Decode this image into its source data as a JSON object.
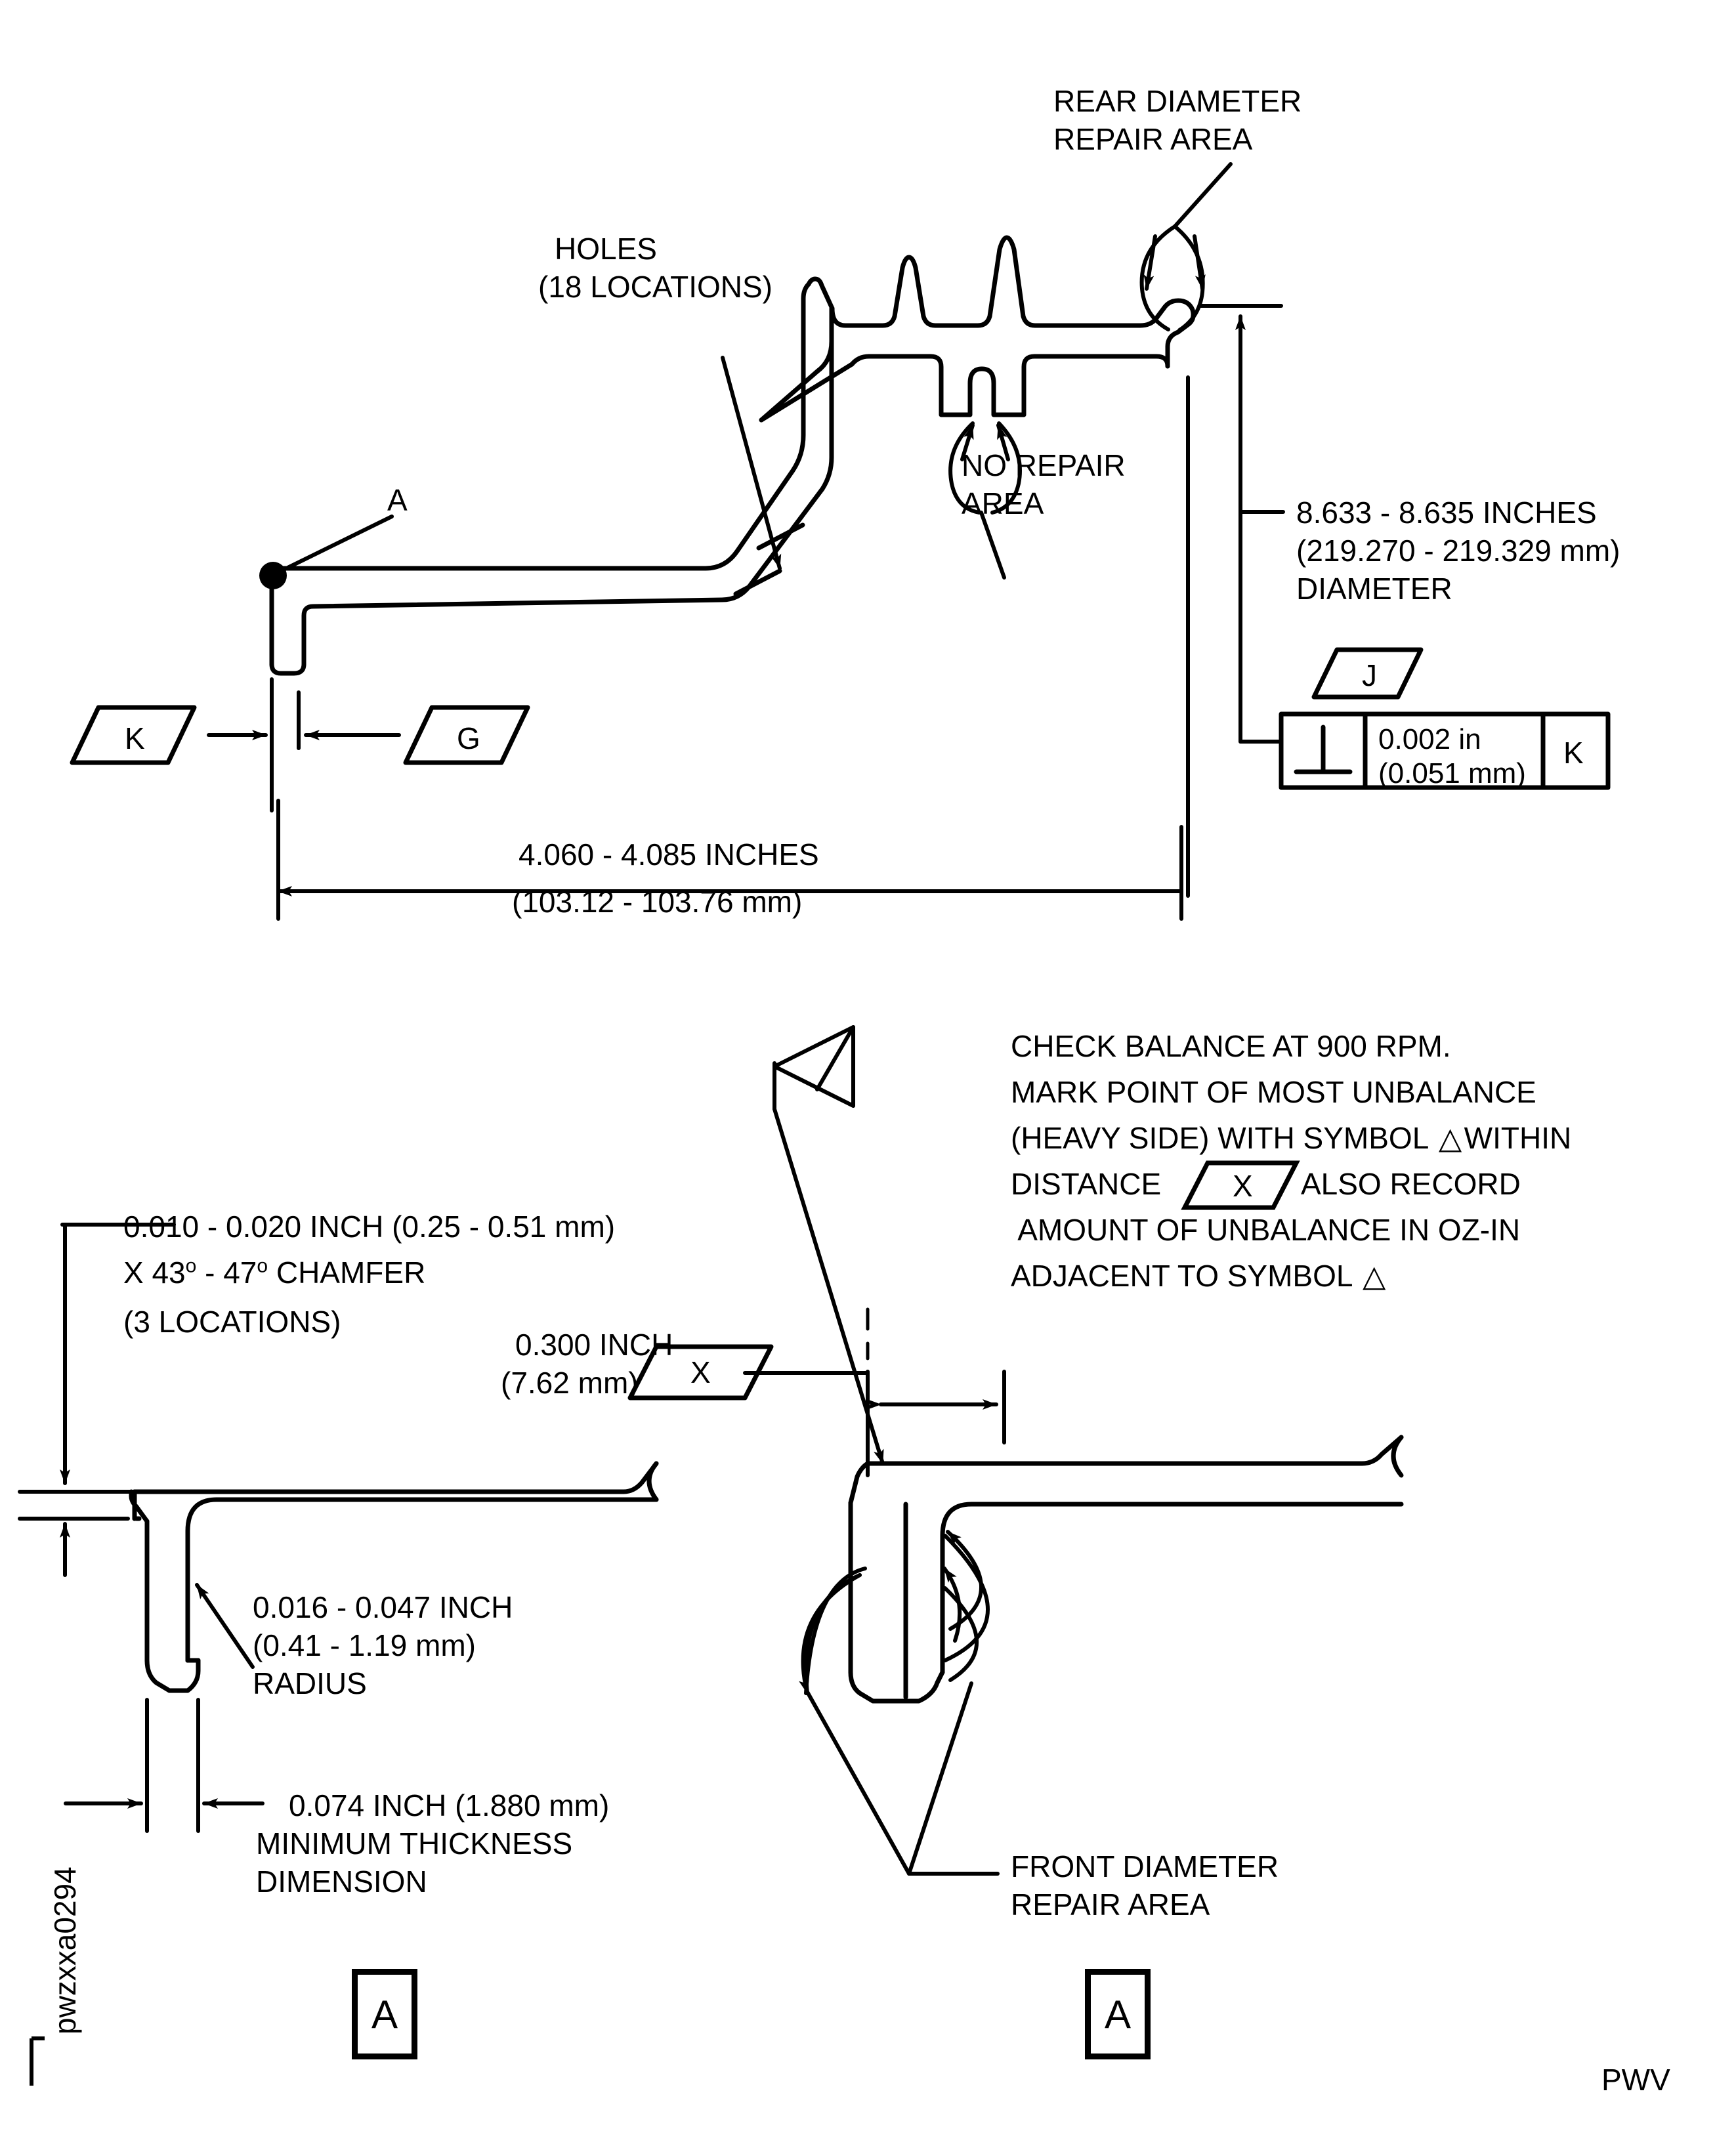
{
  "drawing": {
    "sheet_id": "pwzxxa0294",
    "corner_code": "PWV",
    "view_label_left": "A",
    "view_label_right": "A",
    "point_label": "A"
  },
  "top_view": {
    "rear_repair_label_line1": "REAR DIAMETER",
    "rear_repair_label_line2": "REPAIR AREA",
    "holes_label_line1": "HOLES",
    "holes_label_line2": "(18 LOCATIONS)",
    "no_repair_line1": "NO REPAIR",
    "no_repair_line2": "AREA",
    "diameter_line1": "8.633 - 8.635 INCHES",
    "diameter_line2": "(219.270 - 219.329 mm)",
    "diameter_line3": "DIAMETER",
    "length_line1": "4.060 - 4.085 INCHES",
    "length_line2": "(103.12 - 103.76 mm)",
    "datum_k": "K",
    "datum_g": "G",
    "datum_j": "J",
    "fcf": {
      "symbol": "perpendicularity",
      "tolerance_line1": "0.002 in",
      "tolerance_line2": "(0.051 mm)",
      "datum_ref": "K"
    }
  },
  "detail_left": {
    "chamfer_line1": "0.010 - 0.020 INCH (0.25 - 0.51 mm)",
    "chamfer_line2_pre": "X 43",
    "chamfer_line2_mid": " - 47",
    "chamfer_line2_post": " CHAMFER",
    "chamfer_degree": "o",
    "chamfer_line3": "(3 LOCATIONS)",
    "radius_line1": "0.016 - 0.047 INCH",
    "radius_line2": "(0.41 - 1.19 mm)",
    "radius_line3": "RADIUS",
    "thickness_line1": "0.074 INCH (1.880 mm)",
    "thickness_line2": "MINIMUM THICKNESS",
    "thickness_line3": "DIMENSION"
  },
  "detail_right": {
    "distance_line1": "0.300 INCH",
    "distance_line2": "(7.62 mm)",
    "datum_x": "X",
    "balance_note_line1": "CHECK BALANCE AT 900 RPM.",
    "balance_note_line2": "MARK POINT OF MOST UNBALANCE",
    "balance_note_line3_pre": "(HEAVY SIDE) WITH SYMBOL ",
    "balance_note_line3_tri": "△",
    "balance_note_line3_post": "WITHIN",
    "balance_note_line4_pre": "DISTANCE ",
    "balance_note_line4_datum": "X",
    "balance_note_line4_post": "ALSO RECORD",
    "balance_note_line5": " AMOUNT OF UNBALANCE IN OZ-IN",
    "balance_note_line6_pre": "ADJACENT TO SYMBOL ",
    "balance_note_line6_tri": "△",
    "front_repair_line1": "FRONT DIAMETER",
    "front_repair_line2": "REPAIR AREA"
  },
  "colors": {
    "ink": "#000000",
    "paper": "#ffffff"
  }
}
